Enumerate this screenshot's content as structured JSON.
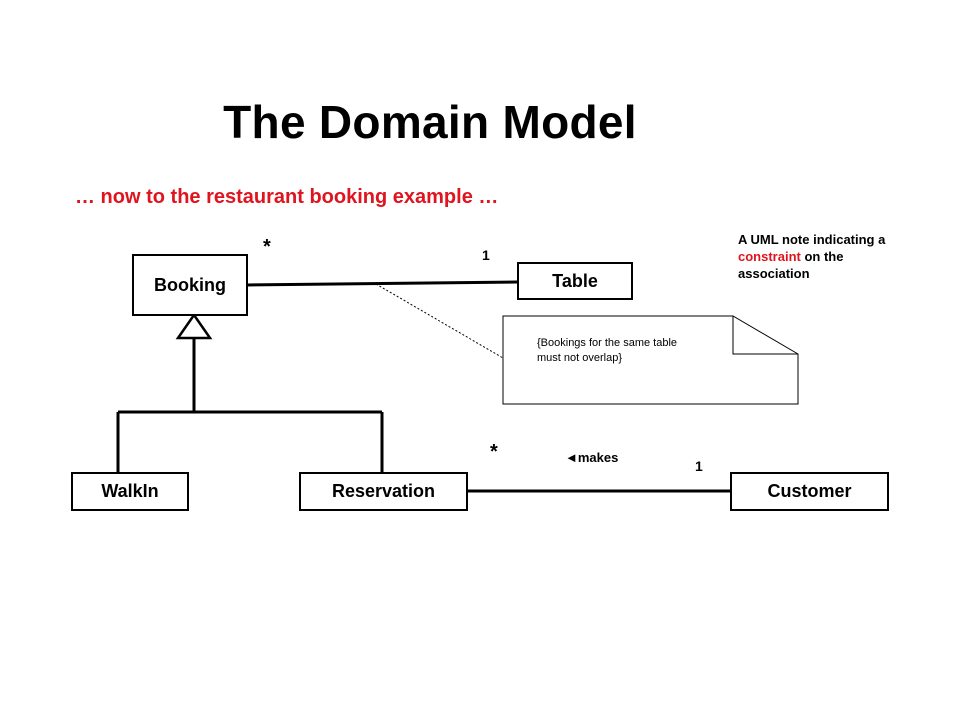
{
  "slide": {
    "title": "The Domain Model",
    "subtitle": "… now to the restaurant booking example …"
  },
  "classes": {
    "booking": "Booking",
    "table": "Table",
    "walkin": "WalkIn",
    "reservation": "Reservation",
    "customer": "Customer"
  },
  "associations": {
    "booking_table": {
      "booking_end": "*",
      "table_end": "1"
    },
    "reservation_customer": {
      "reservation_end": "*",
      "customer_end": "1",
      "name": "◄makes"
    }
  },
  "constraint_note": {
    "line1": "{Bookings for the same table",
    "line2": "must not overlap}"
  },
  "side_note": {
    "part1": "A UML note indicating a ",
    "highlight": "constraint",
    "part2": " on the association"
  },
  "colors": {
    "accent": "#e0141e",
    "line": "#000000"
  }
}
